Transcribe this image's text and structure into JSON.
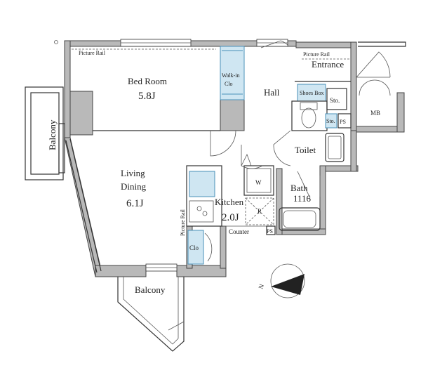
{
  "labels": {
    "bedroom": "Bed Room",
    "bedroom_size": "5.8J",
    "walkin_line1": "Walk-in",
    "walkin_line2": "Clo",
    "picture_rail_bedroom": "Picture Rail",
    "picture_rail_entrance": "Picture Rail",
    "picture_rail_kitchen": "Picture Rail",
    "hall": "Hall",
    "entrance": "Entrance",
    "shoes_box": "Shoes Box",
    "storage_1": "Sto.",
    "storage_2": "Sto.",
    "ps_1": "PS",
    "ps_2": "PS",
    "mb": "MB",
    "toilet": "Toilet",
    "balcony_left": "Balcony",
    "balcony_bottom": "Balcony",
    "living_line1": "Living",
    "living_line2": "Dining",
    "living_size": "6.1J",
    "kitchen": "Kitchen",
    "kitchen_size": "2.0J",
    "w": "W",
    "bath": "Bath",
    "bath_code": "1116",
    "r": "R",
    "counter": "Counter",
    "clo": "Clo"
  },
  "compass": {
    "north_label": "N",
    "icon": "north-arrow-icon"
  }
}
